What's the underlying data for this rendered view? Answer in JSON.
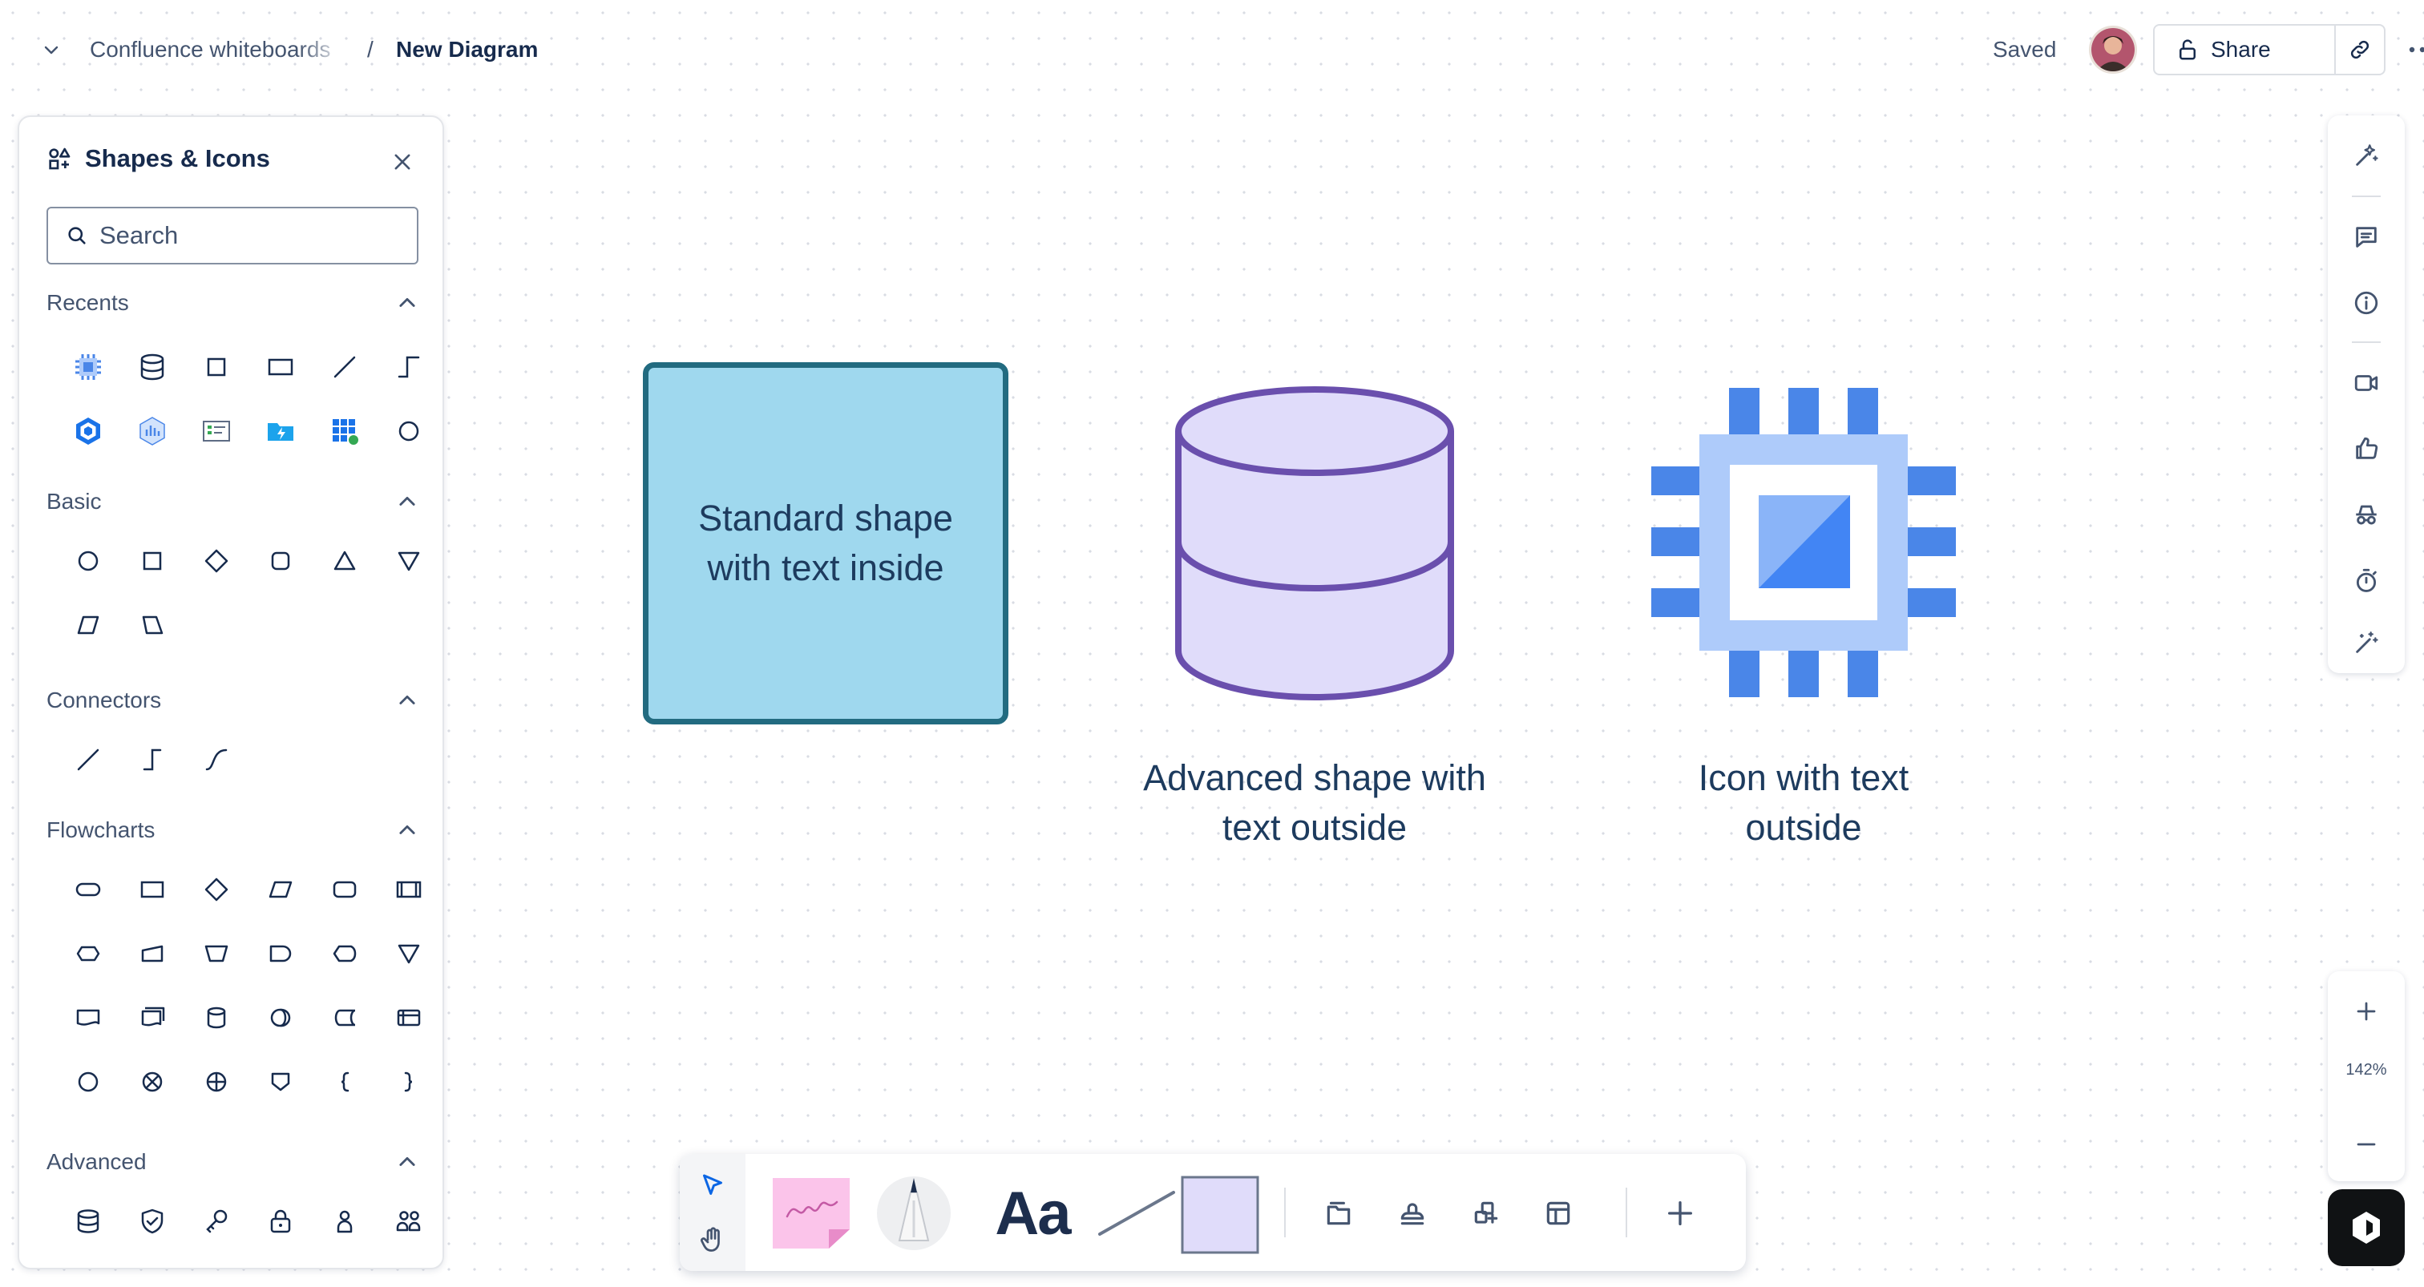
{
  "breadcrumb": {
    "space": "Confluence whiteboards",
    "separator": "/",
    "page": "New Diagram"
  },
  "header": {
    "status": "Saved",
    "share_label": "Share"
  },
  "panel": {
    "title": "Shapes & Icons",
    "search_placeholder": "Search",
    "sections": [
      {
        "label": "Recents"
      },
      {
        "label": "Basic"
      },
      {
        "label": "Connectors"
      },
      {
        "label": "Flowcharts"
      },
      {
        "label": "Advanced"
      }
    ]
  },
  "canvas": {
    "standard_shape_text": "Standard shape with text inside",
    "advanced_shape_label": "Advanced shape with text outside",
    "icon_label": "Icon with text outside"
  },
  "zoom": {
    "level": "142%"
  },
  "bottom_toolbar": {
    "text_tool_label": "Aa"
  },
  "colors": {
    "standard_fill": "#9fd8ee",
    "standard_border": "#226b80",
    "database_fill": "#e0dcfa",
    "database_stroke": "#6a4fad",
    "chip_blue": "#4a86e8",
    "chip_light": "#aecbfa",
    "accent": "#0c66e4"
  }
}
